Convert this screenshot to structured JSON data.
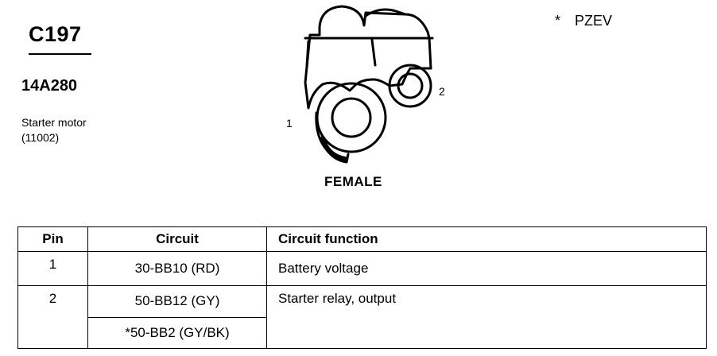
{
  "connector": {
    "id": "C197",
    "part_number": "14A280",
    "description_lines": [
      "Starter motor",
      "(11002)"
    ]
  },
  "note": {
    "symbol": "*",
    "text": "PZEV"
  },
  "diagram": {
    "pin_labels": [
      "1",
      "2"
    ],
    "gender": "FEMALE"
  },
  "table": {
    "headers": [
      "Pin",
      "Circuit",
      "Circuit function"
    ],
    "rows": [
      {
        "pin": "1",
        "circuits": [
          "30-BB10 (RD)"
        ],
        "function": "Battery voltage"
      },
      {
        "pin": "2",
        "circuits": [
          "50-BB12 (GY)",
          "*50-BB2 (GY/BK)"
        ],
        "function": "Starter relay, output"
      }
    ]
  }
}
